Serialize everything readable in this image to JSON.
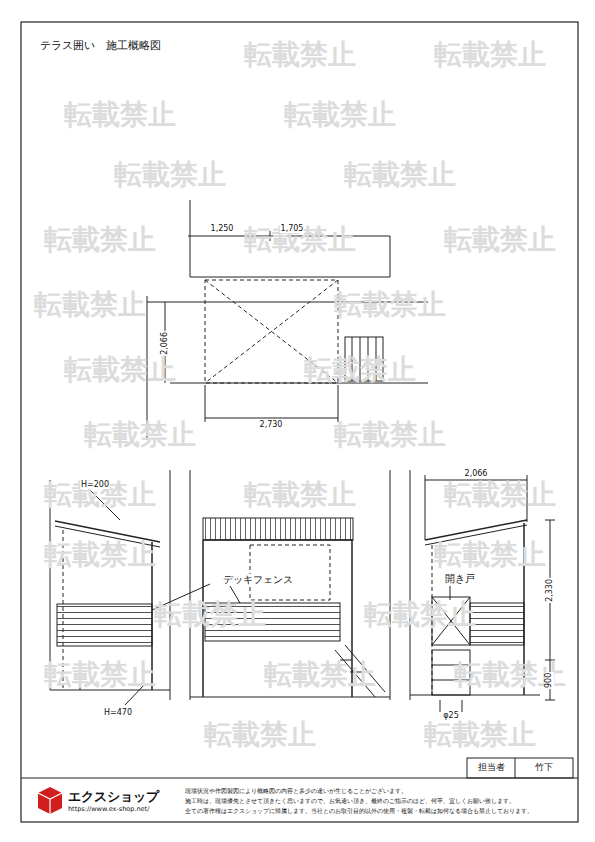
{
  "diagram": {
    "title": "テラス囲い　施工概略図",
    "labels": [
      "1,250",
      "1,705",
      "2,066",
      "2,730",
      "H=200",
      "デッキフェンス",
      "開き戸",
      "2,066",
      "2,330",
      "900",
      "H=470",
      "φ25",
      "担当者",
      "竹下",
      "エクスショップ",
      "https://www.ex-shop.net/",
      "現場状況や作図製図により概略図の内容と多少の違いが生じることがございます。",
      "施工時は、現場優先とさせて頂きたく思いますので、お気遣い頂き、最終のご指示のほど、何卒、宜しくお願い致します。",
      "全ての著作権はエクスショップに帰属します。当社とのお取引目的以外の使用・複製・転載は如何なる場合も禁止しております。",
      "転載禁止",
      "転載禁止",
      "転載禁止",
      "転載禁止",
      "転載禁止",
      "転載禁止",
      "転載禁止",
      "転載禁止",
      "転載禁止",
      "転載禁止",
      "転載禁止",
      "転載禁止",
      "転載禁止",
      "転載禁止",
      "転載禁止",
      "転載禁止",
      "転載禁止",
      "転載禁止",
      "転載禁止",
      "転載禁止",
      "転載禁止",
      "転載禁止",
      "転載禁止",
      "転載禁止",
      "転載禁止",
      "転載禁止",
      "転載禁止"
    ]
  }
}
